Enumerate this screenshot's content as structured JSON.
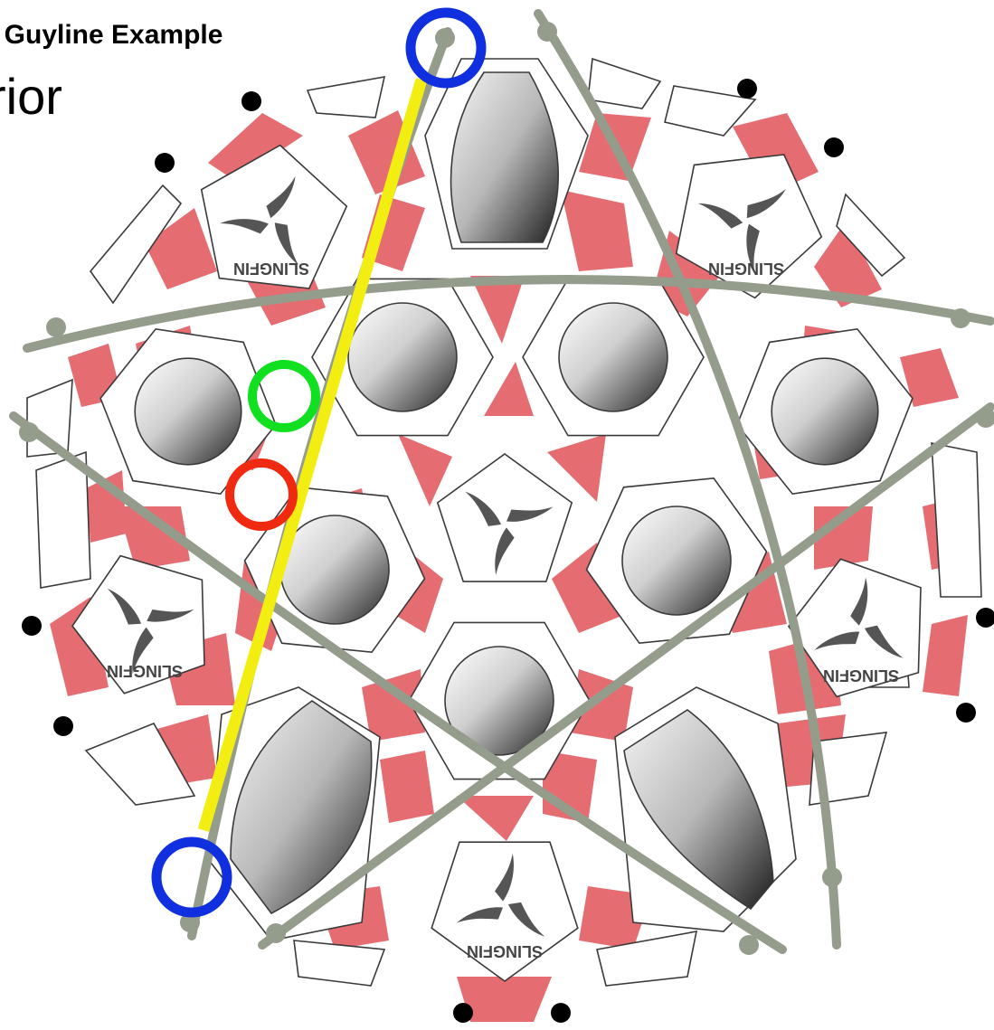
{
  "caption": {
    "title": "l Guyline Example",
    "subtitle": "rior"
  },
  "colors": {
    "panel_fill": "#e56d72",
    "outline": "#3a3a3a",
    "pole": "#949c8c",
    "guyline": "#f2ee12",
    "anchor_marker": "#1030e0",
    "pass_marker": "#10e020",
    "fail_marker": "#f02a10",
    "stake": "#000000",
    "background": "#ffffff"
  },
  "logos": {
    "brand_text": "SLINGFIN"
  },
  "legend_markers": [
    {
      "role": "guyline-anchor",
      "color_key": "anchor_marker"
    },
    {
      "role": "clear-crossing",
      "color_key": "pass_marker"
    },
    {
      "role": "conflict-crossing",
      "color_key": "fail_marker"
    }
  ]
}
